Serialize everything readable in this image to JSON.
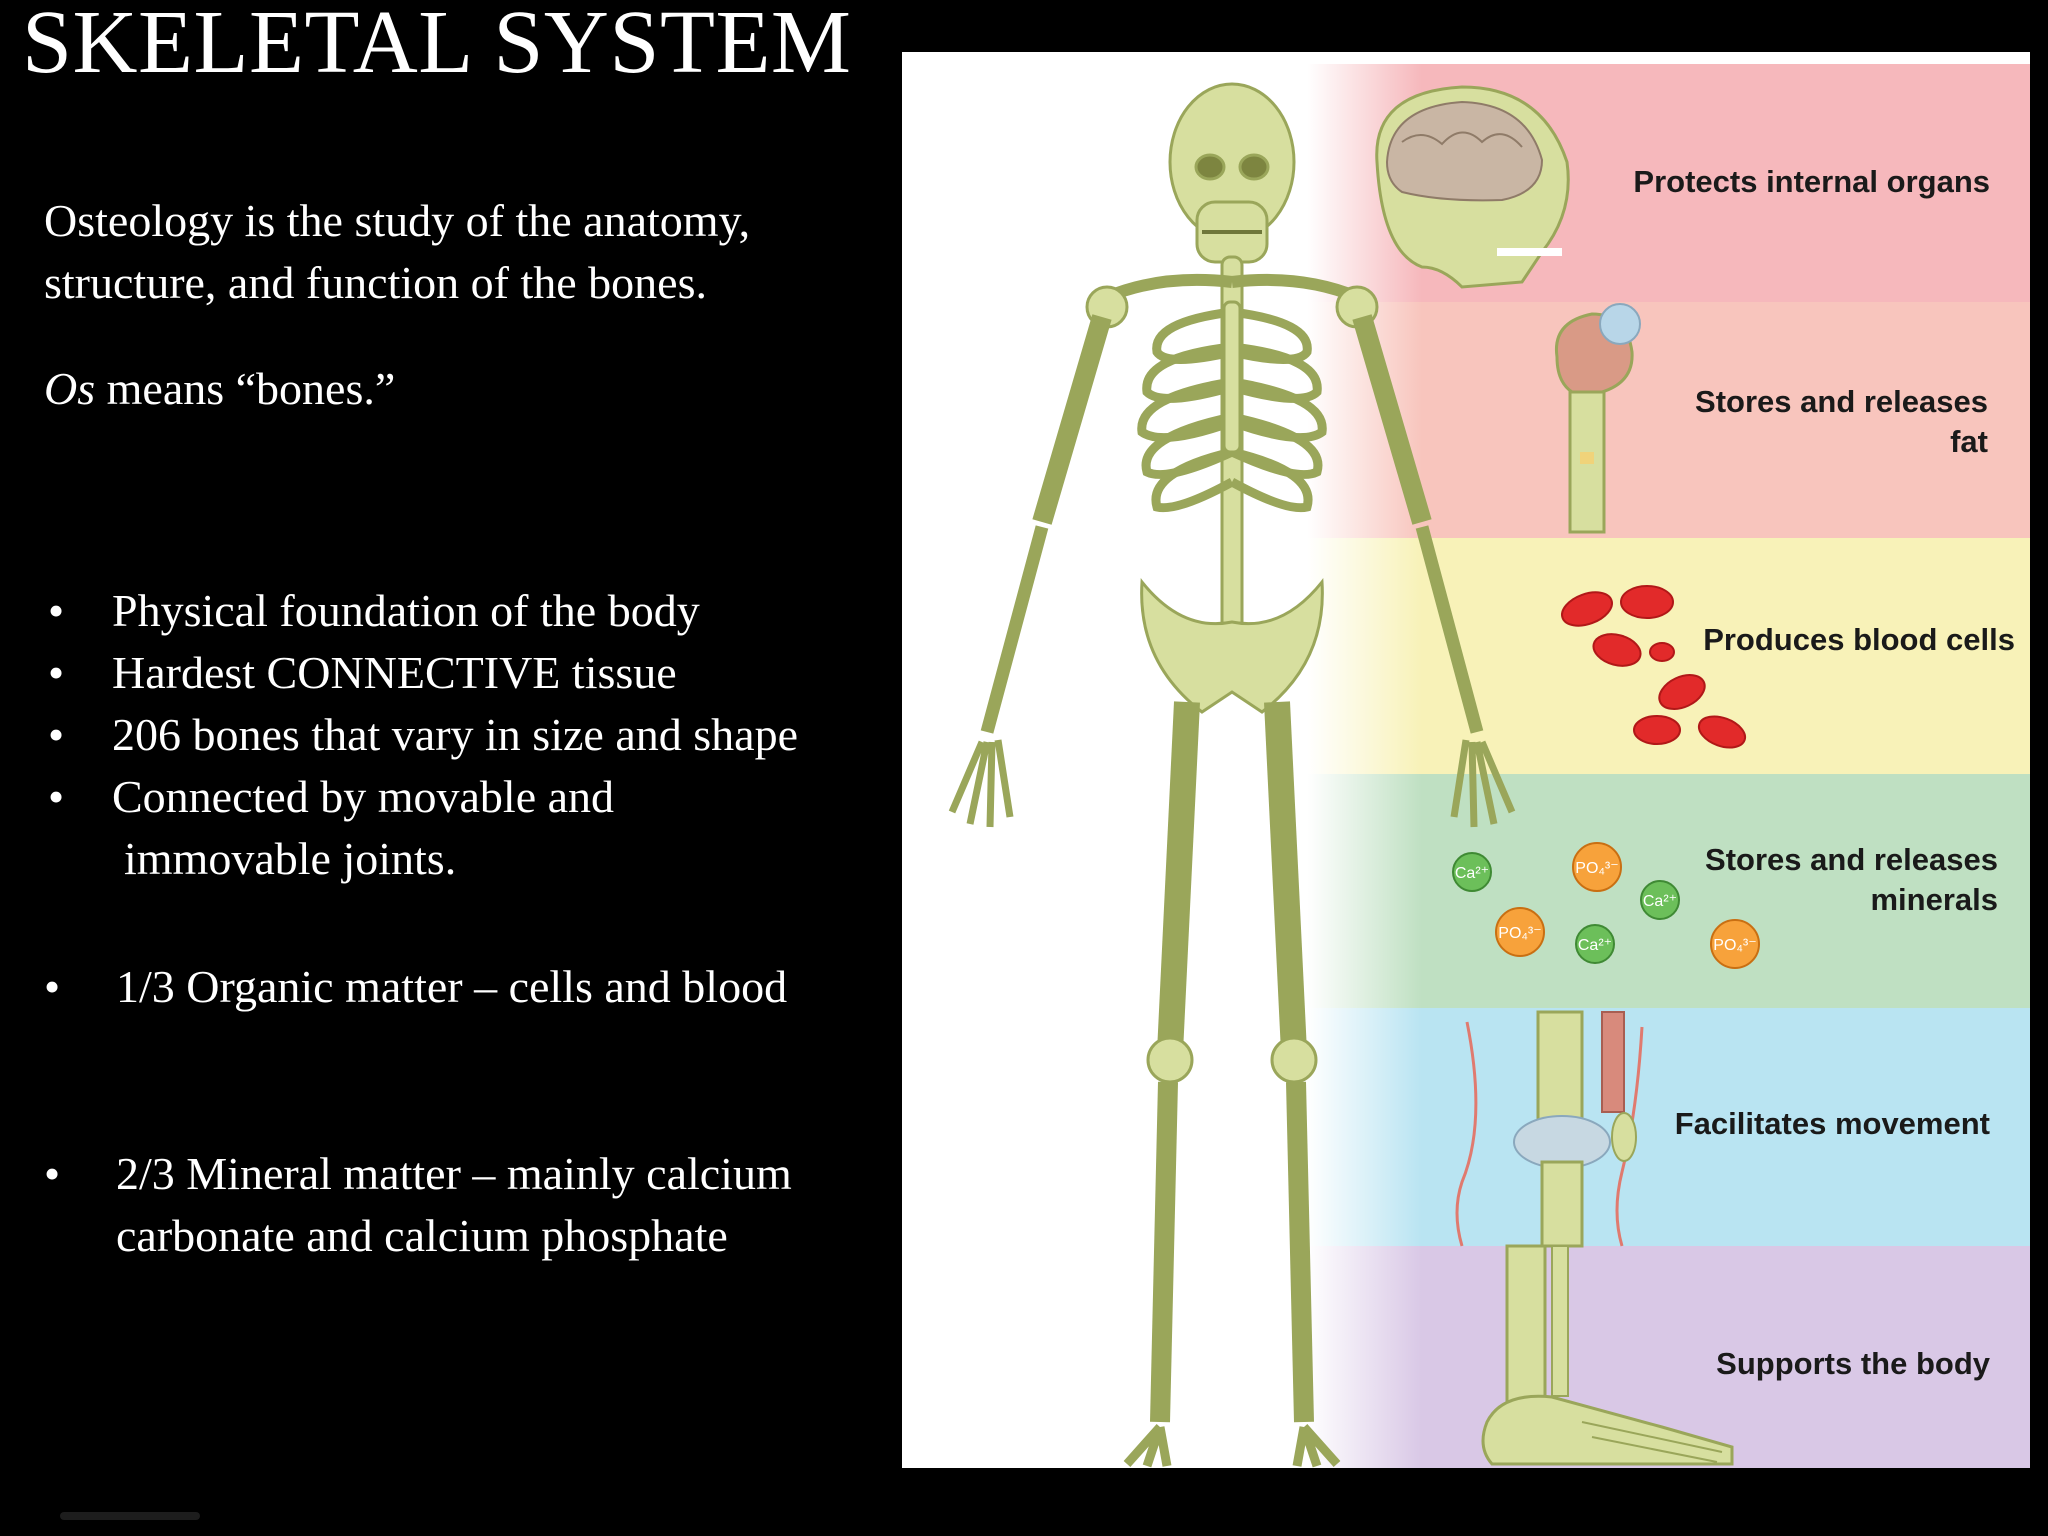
{
  "slide": {
    "title": "SKELETAL SYSTEM",
    "intro": "Osteology is the study of the anatomy, structure, and function of the bones.",
    "os_word": "Os",
    "os_rest": " means “bones.”",
    "bullet_symbol": "•",
    "bullets": [
      "Physical foundation of the body",
      "Hardest CONNECTIVE tissue",
      "206 bones that vary in size and shape",
      "Connected by movable and"
    ],
    "bullet_continuation": "immovable joints.",
    "organic": "1/3 Organic matter – cells and blood",
    "mineral": "2/3 Mineral matter – mainly calcium carbonate and calcium phosphate"
  },
  "figure": {
    "functions": [
      {
        "label": "Protects internal organs",
        "color": "#f6b8bc"
      },
      {
        "label": "Stores and releases",
        "label2": "fat",
        "color": "#f8c5bd"
      },
      {
        "label": "Produces blood cells",
        "color": "#f8f2b8"
      },
      {
        "label": "Stores and releases",
        "label2": "minerals",
        "color": "#bfe0c2"
      },
      {
        "label": "Facilitates movement",
        "color": "#b9e4f2"
      },
      {
        "label": "Supports the body",
        "color": "#d9c8e6"
      }
    ],
    "ions": {
      "calcium": "Ca²⁺",
      "phosphate": "PO₄³⁻"
    },
    "bone_color": "#d7df9f",
    "bone_outline": "#9aa65a"
  }
}
